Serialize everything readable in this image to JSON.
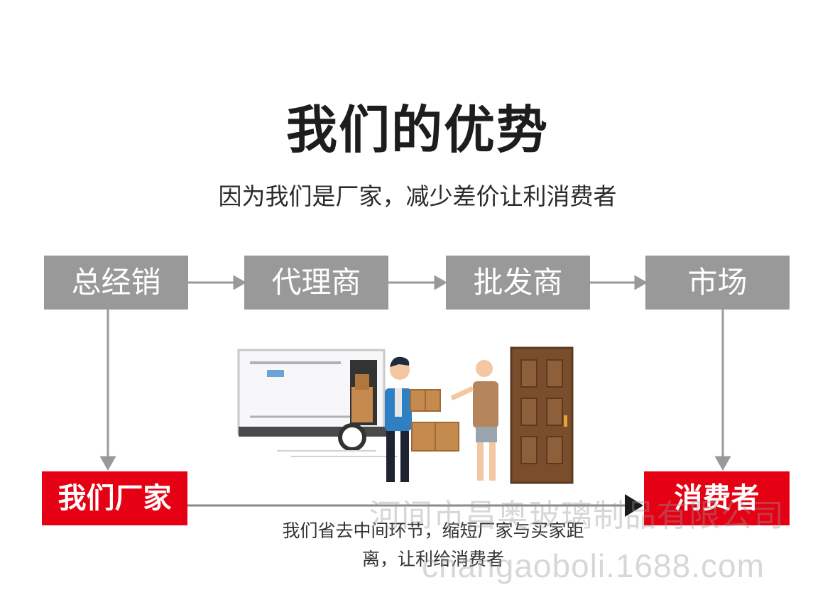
{
  "header": {
    "title": "我们的优势",
    "subtitle": "因为我们是厂家，减少差价让利消费者"
  },
  "flow": {
    "top_nodes": [
      "总经销",
      "代理商",
      "批发商",
      "市场"
    ],
    "bottom_left": "我们厂家",
    "bottom_right": "消费者",
    "caption_line1": "我们省去中间环节，缩短厂家与买家距",
    "caption_line2": "离，让利给消费者"
  },
  "watermark": {
    "company": "河间市昌奥玻璃制品有限公司",
    "site": "changaoboli.1688.com"
  },
  "colors": {
    "gray_box": "#999999",
    "red_box": "#e50013",
    "connector": "#999999"
  }
}
